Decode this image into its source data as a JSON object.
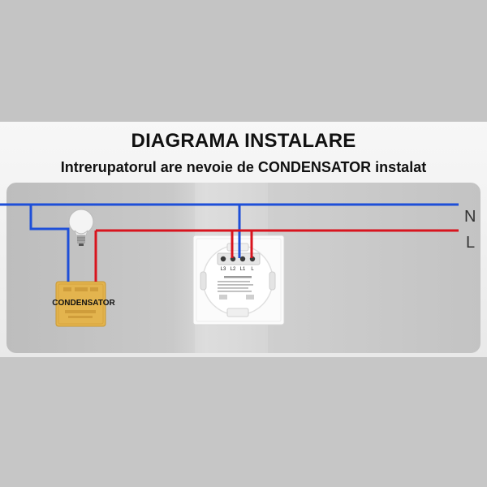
{
  "diagram": {
    "title": "DIAGRAMA INSTALARE",
    "subtitle": "Intrerupatorul are nevoie de CONDENSATOR instalat",
    "labels": {
      "neutral": "N",
      "line": "L",
      "capacitor": "CONDENSATOR"
    },
    "switch_terminals": [
      "L3",
      "L2",
      "L1",
      "L"
    ],
    "colors": {
      "neutral_wire": "#1e4fd8",
      "line_wire": "#d8141e",
      "capacitor": "#e3b44e"
    }
  }
}
